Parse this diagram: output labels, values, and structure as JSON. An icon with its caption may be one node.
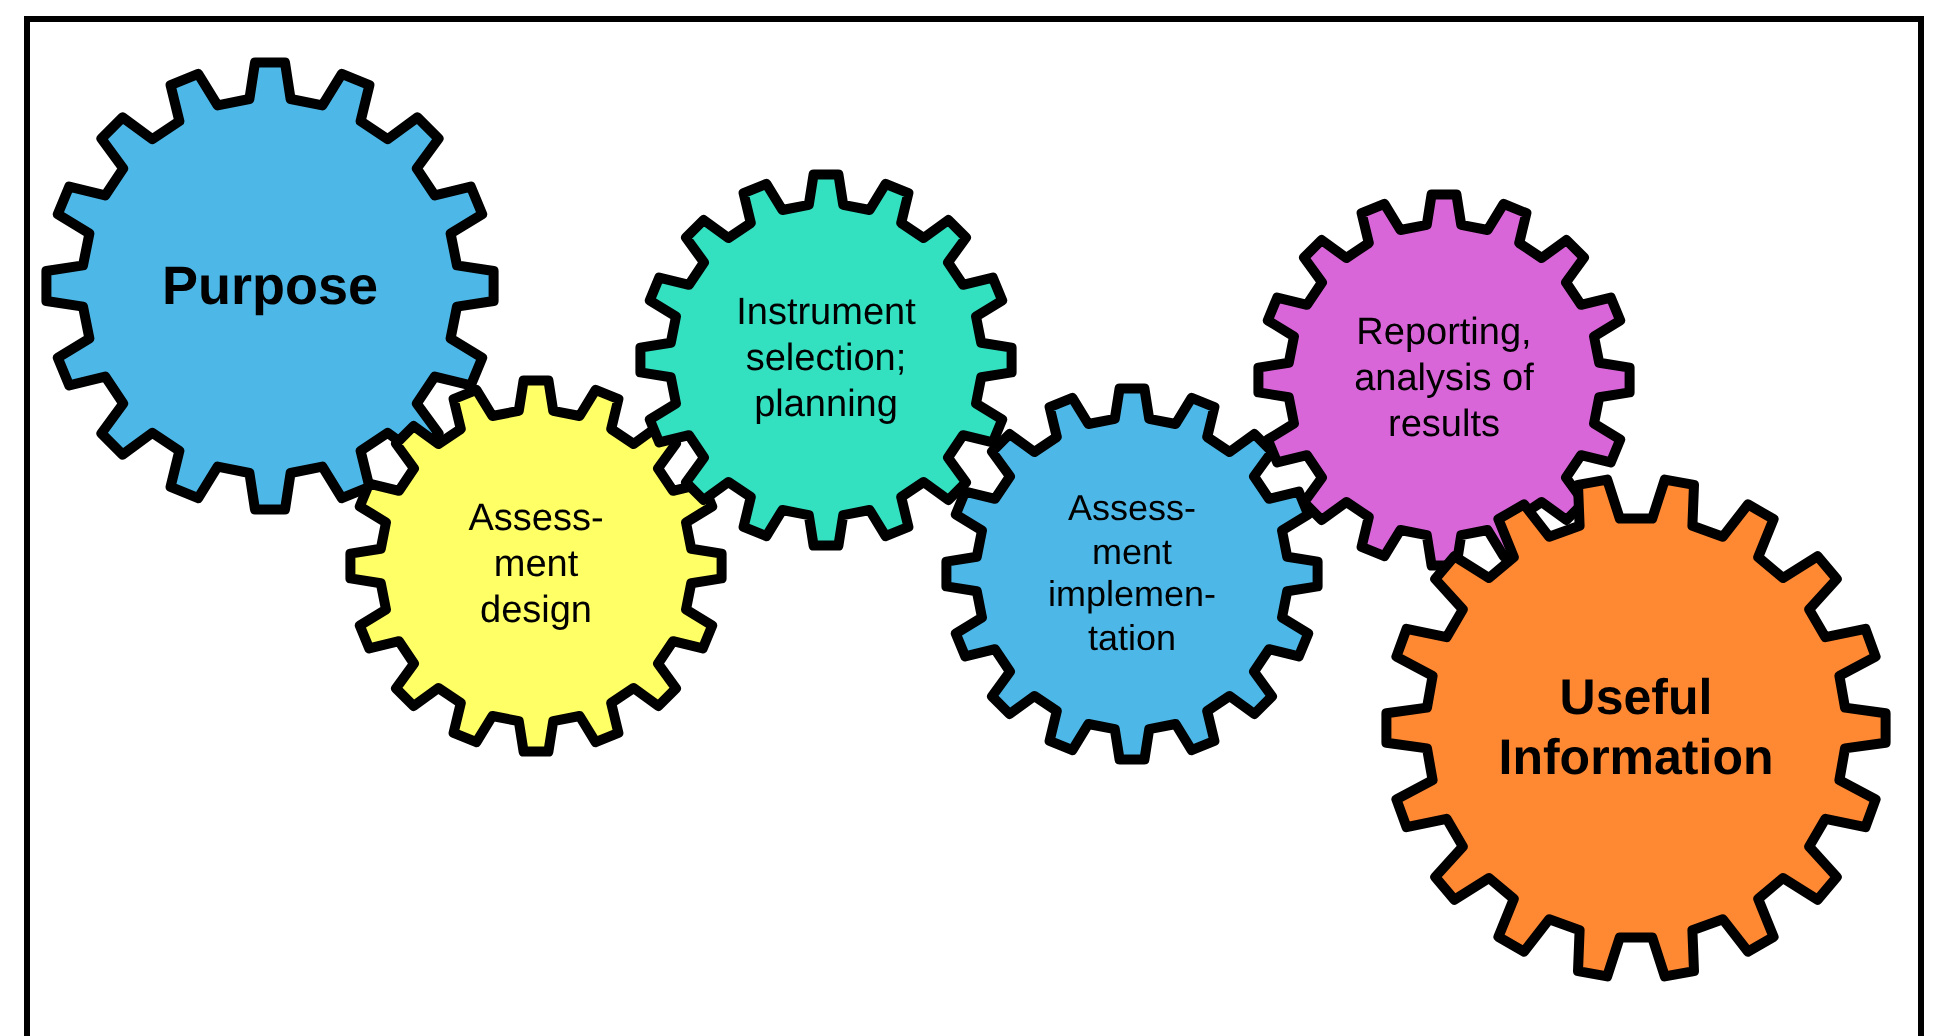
{
  "diagram": {
    "nodes": [
      {
        "text": [
          "Purpose"
        ]
      },
      {
        "text": [
          "Assess- ment design"
        ]
      },
      {
        "text": [
          "Instrument selection; planning"
        ]
      },
      {
        "text": [
          "Assess- ment implemen- tation"
        ]
      },
      {
        "text": [
          "Reporting, analysis of results"
        ]
      },
      {
        "text": [
          "Useful Information"
        ]
      }
    ],
    "edges": []
  }
}
